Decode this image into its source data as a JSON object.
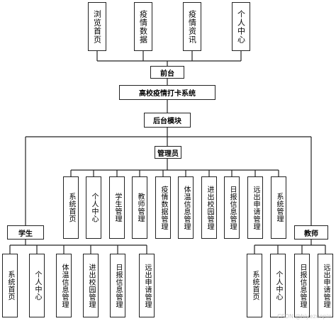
{
  "front_items": [
    "浏览首页",
    "疫情数据",
    "疫情资讯",
    "个人中心"
  ],
  "front_label": "前台",
  "system_title": "高校疫情打卡系统",
  "backend_label": "后台模块",
  "admin_label": "管理员",
  "admin_items": [
    "系统首页",
    "个人中心",
    "学生管理",
    "教师管理",
    "疫情数据管理",
    "体温信息管理",
    "进出校园管理",
    "日报信息管理",
    "远出申请管理",
    "系统管理"
  ],
  "student_label": "学生",
  "student_items": [
    "系统首页",
    "个人中心",
    "体温信息管理",
    "进出校园管理",
    "日报信息管理",
    "远出申请管理"
  ],
  "teacher_label": "教师",
  "teacher_items": [
    "系统首页",
    "个人中心",
    "日报信息管理",
    "远出申请管理"
  ],
  "watermark": "CSDN @biyezuopin"
}
